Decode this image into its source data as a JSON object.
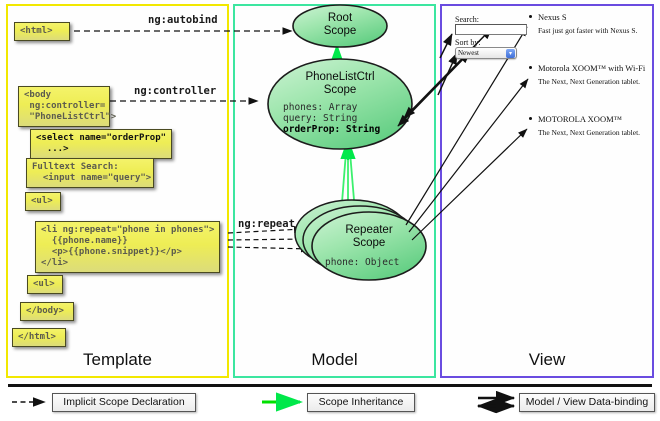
{
  "columns": [
    {
      "id": "template",
      "label": "Template",
      "border_color": "#f2e800"
    },
    {
      "id": "model",
      "label": "Model",
      "border_color": "#3ce6a0"
    },
    {
      "id": "view",
      "label": "View",
      "border_color": "#6a4ce0"
    }
  ],
  "template": {
    "boxes": [
      {
        "name": "html-open",
        "text": "<html>"
      },
      {
        "name": "body-open",
        "text": "<body\n ng:controller=\n \"PhoneListCtrl\">"
      },
      {
        "name": "select-element",
        "text": "<select name=\"orderProp\"\n  ...>"
      },
      {
        "name": "fulltext-search",
        "text": "Fulltext Search:\n  <input name=\"query\">"
      },
      {
        "name": "ul-open",
        "text": "<ul>"
      },
      {
        "name": "li-repeat",
        "text": "<li ng:repeat=\"phone in phones\">\n  {{phone.name}}\n  <p>{{phone.snippet}}</p>\n</li>"
      },
      {
        "name": "ul-close",
        "text": "<ul>"
      },
      {
        "name": "body-close",
        "text": "</body>"
      },
      {
        "name": "html-close",
        "text": "</html>"
      }
    ]
  },
  "edges": {
    "autobind": "ng:autobind",
    "controller": "ng:controller",
    "repeat": "ng:repeat"
  },
  "model": {
    "root_scope": {
      "title_line1": "Root",
      "title_line2": "Scope"
    },
    "phonelist_scope": {
      "title_line1": "PhoneListCtrl",
      "title_line2": "Scope",
      "props": [
        {
          "text": "phones: Array",
          "bold": false
        },
        {
          "text": "query: String",
          "bold": false
        },
        {
          "text": "orderProp: String",
          "bold": true
        }
      ]
    },
    "repeater_scope": {
      "title_line1": "Repeater",
      "title_line2": "Scope",
      "props": [
        {
          "text": "phone: Object",
          "bold": false
        }
      ]
    }
  },
  "view": {
    "search_label": "Search:",
    "search_value": "",
    "sort_label": "Sort by:",
    "sort_value": "Newest",
    "sort_arrow_icon": "updown-arrow-icon",
    "phones": [
      {
        "name": "Nexus S",
        "snippet": "Fast just got faster with Nexus S."
      },
      {
        "name": "Motorola XOOM™ with Wi-Fi",
        "snippet": "The Next, Next Generation tablet."
      },
      {
        "name": "MOTOROLA XOOM™",
        "snippet": "The Next, Next Generation tablet."
      }
    ]
  },
  "legend": [
    {
      "name": "implicit-scope-declaration",
      "label": "Implicit Scope Declaration",
      "arrow": "dashed-arrow-icon",
      "color": "#111111"
    },
    {
      "name": "scope-inheritance",
      "label": "Scope Inheritance",
      "arrow": "green-arrow-icon",
      "color": "#00e000"
    },
    {
      "name": "model-view-data-binding",
      "label": "Model / View Data-binding",
      "arrow": "double-arrow-icon",
      "color": "#111111"
    }
  ]
}
